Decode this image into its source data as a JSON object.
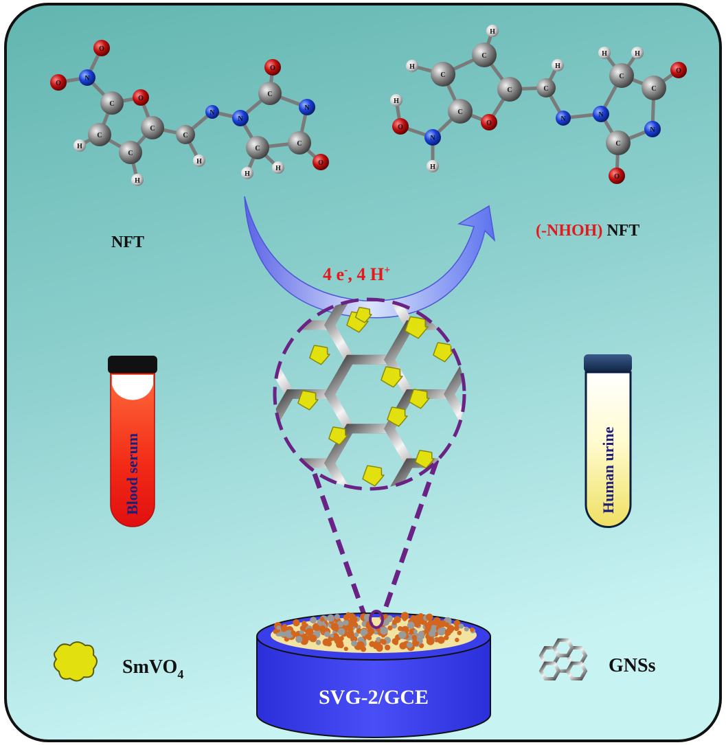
{
  "labels": {
    "reactant": "NFT",
    "product_prefix": "(-NHOH)",
    "product_suffix": "NFT",
    "reaction_main": "4 e",
    "reaction_sup1": "-",
    "reaction_mid": ", 4 H",
    "reaction_sup2": "+",
    "tube_left": "Blood serum",
    "tube_right": "Human urine",
    "legend_smvo4_base": "SmVO",
    "legend_smvo4_sub": "4",
    "legend_gns": "GNSs",
    "electrode": "SVG-2/GCE"
  },
  "atoms": {
    "oxygen": "O",
    "nitrogen": "N",
    "carbon": "C",
    "hydrogen": "H"
  },
  "colors": {
    "background_top": "#69bcb7",
    "background_bottom": "#c9f4f4",
    "accent_red": "#e3191c",
    "electrode_blue": "#3b3ef0",
    "smvo4_yellow": "#e2e00f",
    "dashed_purple": "#6a2384",
    "arrow_blue": "#6a64ee"
  }
}
